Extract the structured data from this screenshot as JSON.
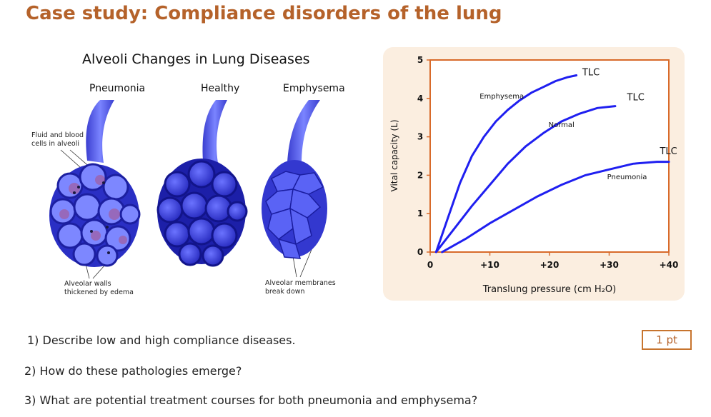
{
  "slide": {
    "title": "Case study: Compliance disorders of the lung",
    "points_badge": "1 pt"
  },
  "alveoli_figure": {
    "title": "Alveoli Changes in Lung Diseases",
    "labels": [
      "Pneumonia",
      "Healthy",
      "Emphysema"
    ],
    "annotation_fluid": "Fluid and blood\ncells in alveoli",
    "annotation_walls": "Alveolar walls\nthickened by edema",
    "annotation_membranes": "Alveolar membranes\nbreak down"
  },
  "chart_data": {
    "type": "line",
    "ylabel": "Vital capacity (L)",
    "xlabel": "Translung pressure (cm H₂O)",
    "xlim": [
      0,
      40
    ],
    "ylim": [
      0,
      5
    ],
    "x_ticks": [
      "0",
      "+10",
      "+20",
      "+30",
      "+40"
    ],
    "y_ticks": [
      "0",
      "1",
      "2",
      "3",
      "4",
      "5"
    ],
    "series": [
      {
        "name": "Emphysema",
        "x": [
          1,
          3,
          5,
          7,
          9,
          11,
          13,
          15,
          17,
          19,
          21,
          23,
          24.5
        ],
        "y": [
          0,
          0.9,
          1.8,
          2.5,
          3.0,
          3.4,
          3.7,
          3.95,
          4.15,
          4.3,
          4.45,
          4.55,
          4.6
        ]
      },
      {
        "name": "Normal",
        "x": [
          1,
          4,
          7,
          10,
          13,
          16,
          19,
          22,
          25,
          28,
          31
        ],
        "y": [
          0,
          0.6,
          1.2,
          1.75,
          2.3,
          2.75,
          3.1,
          3.4,
          3.6,
          3.75,
          3.8
        ]
      },
      {
        "name": "Pneumonia",
        "x": [
          2,
          6,
          10,
          14,
          18,
          22,
          26,
          30,
          34,
          38,
          40
        ],
        "y": [
          0,
          0.35,
          0.75,
          1.1,
          1.45,
          1.75,
          2.0,
          2.15,
          2.3,
          2.35,
          2.35
        ]
      }
    ],
    "annotations": [
      "TLC",
      "TLC",
      "TLC"
    ]
  },
  "questions": [
    "1) Describe low and high compliance diseases.",
    "2) How do these pathologies emerge?",
    "3) What are potential treatment courses for both pneumonia and emphysema?"
  ]
}
